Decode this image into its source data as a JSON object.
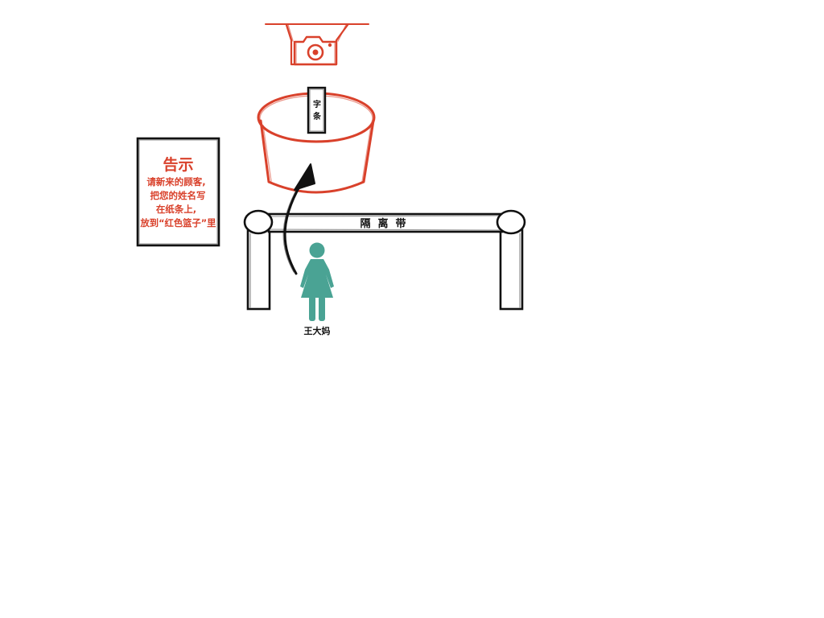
{
  "colors": {
    "ink": "#111111",
    "accent_red": "#d9412b",
    "person_teal": "#4aa394",
    "background": "#ffffff"
  },
  "notice": {
    "title": "告示",
    "lines": [
      "请新来的顾客,",
      "把您的姓名写",
      "在纸条上,",
      "放到“红色篮子”里"
    ]
  },
  "barrier": {
    "label": "隔  离  带"
  },
  "paper_slip": {
    "char_1": "字",
    "char_2": "条"
  },
  "person": {
    "name": "王大妈",
    "icon": "woman-icon"
  },
  "camera": {
    "icon": "camera-icon"
  },
  "basket": {
    "color_name": "red"
  }
}
